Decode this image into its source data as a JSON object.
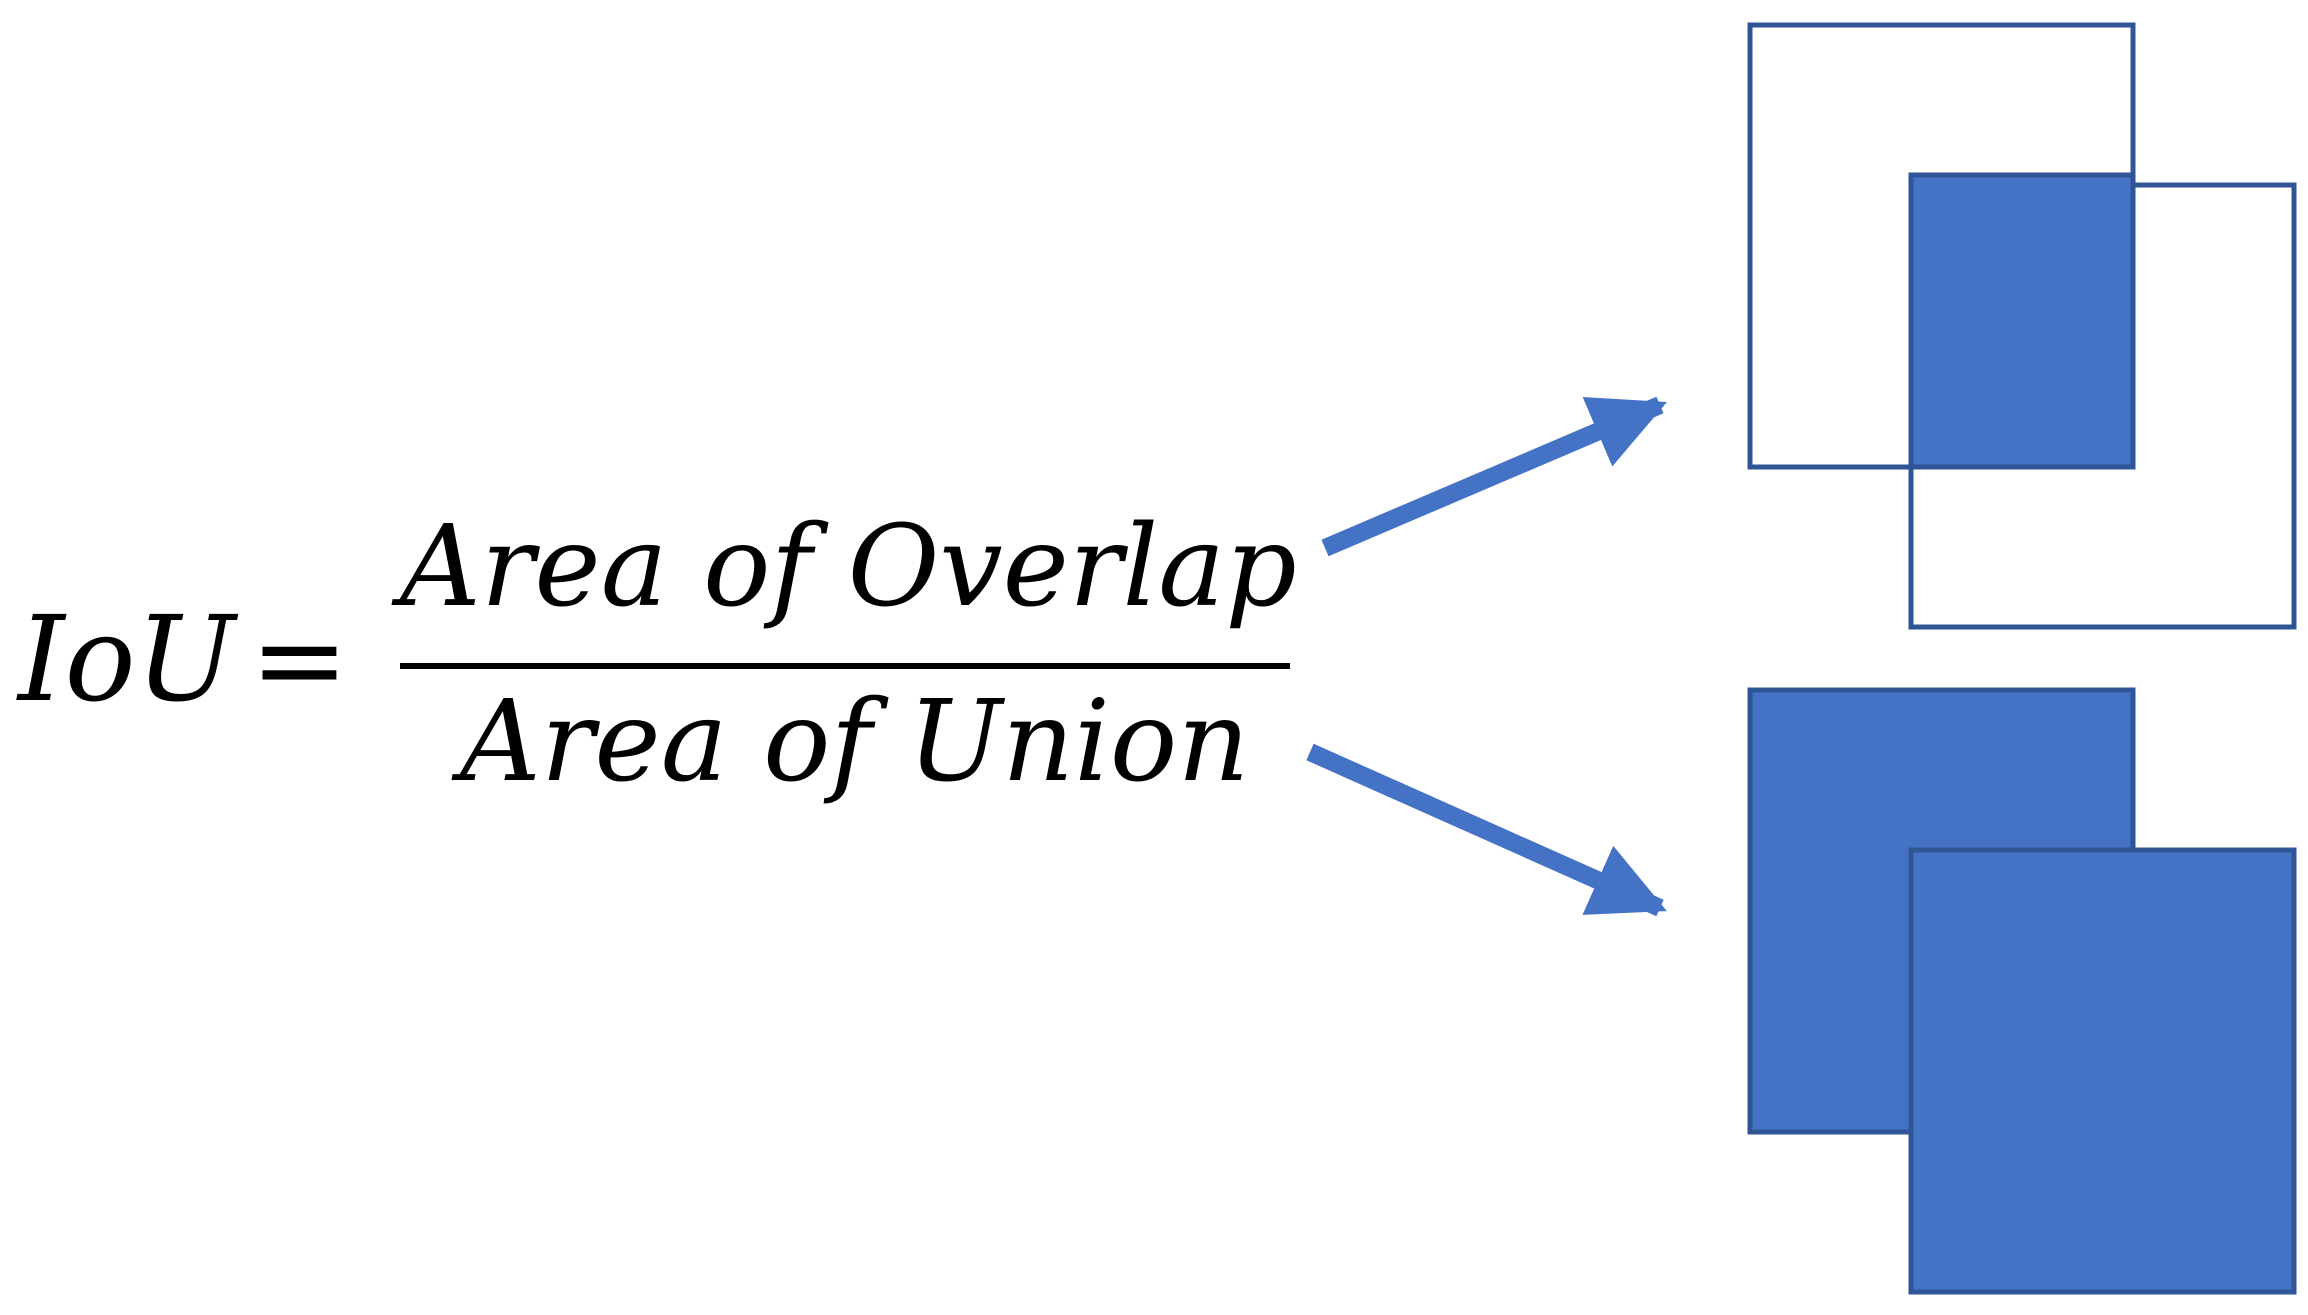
{
  "formula": {
    "lhs": "IoU",
    "equals": "=",
    "numerator": "Area of Overlap",
    "denominator": "Area of Union"
  },
  "colors": {
    "fill": "#4472C4",
    "outline": "#2F5597",
    "arrow": "#4472C4",
    "text": "#000000",
    "background": "#ffffff"
  }
}
